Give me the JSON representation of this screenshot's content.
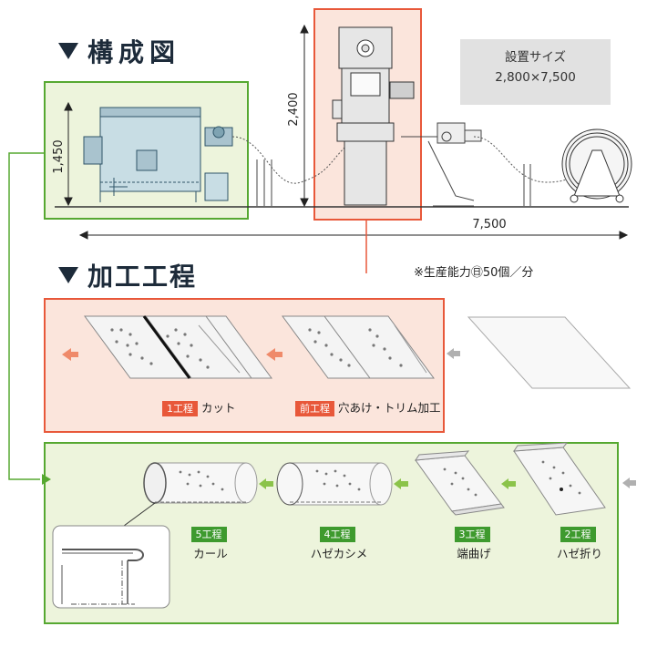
{
  "sections": {
    "configuration": {
      "title": "構成図"
    },
    "process": {
      "title": "加工工程"
    }
  },
  "install_size": {
    "label": "設置サイズ",
    "value": "2,800×7,500"
  },
  "dimensions": {
    "machine_height": "1,450",
    "press_height": "2,400",
    "total_length": "7,500"
  },
  "capacity_note": "※生産能力㊐50個／分",
  "top_row_steps": [
    {
      "badge": "1工程",
      "label": "カット"
    },
    {
      "badge": "前工程",
      "label": "穴あけ・トリム加工"
    }
  ],
  "bottom_row_steps": [
    {
      "badge": "5工程",
      "label": "カール"
    },
    {
      "badge": "4工程",
      "label": "ハゼカシメ"
    },
    {
      "badge": "3工程",
      "label": "端曲げ"
    },
    {
      "badge": "2工程",
      "label": "ハゼ折り"
    }
  ],
  "colors": {
    "accent_red": "#e8583a",
    "accent_green": "#56a831",
    "badge_green": "#3e9a2e",
    "panel_red_bg": "#fbe5dc",
    "panel_green_bg": "#edf4dc",
    "heading": "#1d2b3a"
  }
}
